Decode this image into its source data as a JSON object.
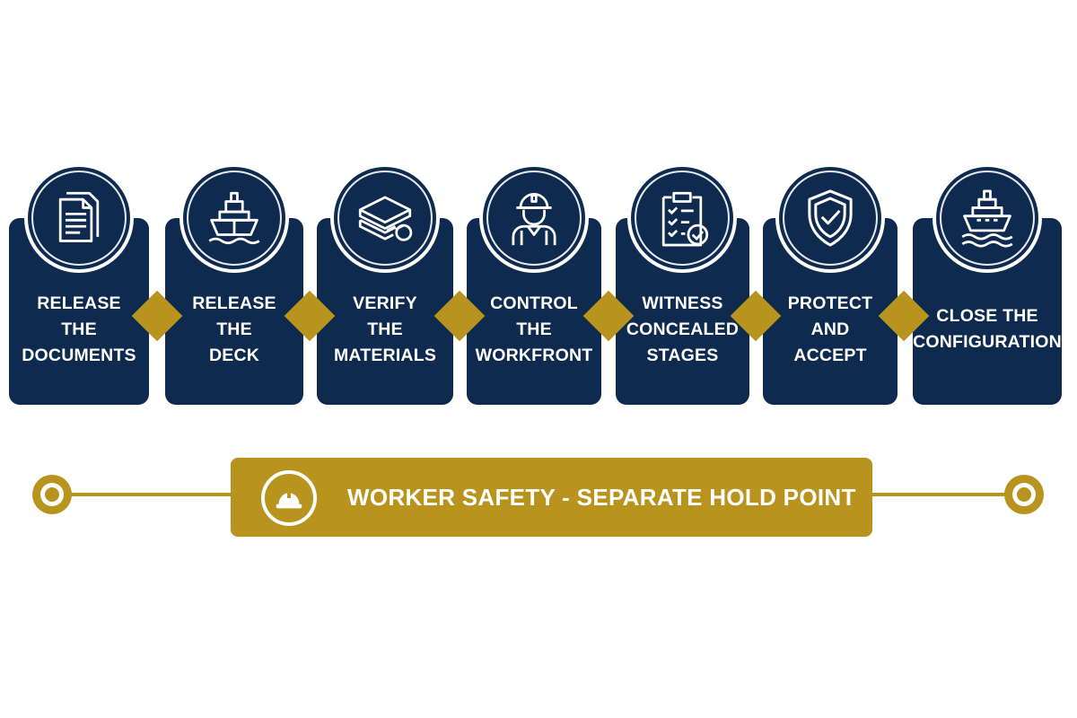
{
  "steps": [
    {
      "lines": [
        "RELEASE",
        "THE",
        "DOCUMENTS"
      ],
      "icon": "documents-icon"
    },
    {
      "lines": [
        "RELEASE",
        "THE",
        "DECK"
      ],
      "icon": "ship-icon"
    },
    {
      "lines": [
        "VERIFY",
        "THE",
        "MATERIALS"
      ],
      "icon": "steel-beams-icon"
    },
    {
      "lines": [
        "CONTROL",
        "THE",
        "WORKFRONT"
      ],
      "icon": "worker-icon"
    },
    {
      "lines": [
        "WITNESS",
        "CONCEALED",
        "STAGES"
      ],
      "icon": "checklist-icon"
    },
    {
      "lines": [
        "PROTECT",
        "AND",
        "ACCEPT"
      ],
      "icon": "shield-check-icon"
    },
    {
      "lines": [
        "CLOSE THE",
        "CONFIGURATION"
      ],
      "icon": "ship-on-water-icon"
    }
  ],
  "hold_point": {
    "label": "WORKER SAFETY - SEPARATE HOLD POINT",
    "icon": "hard-hat-icon"
  },
  "colors": {
    "navy": "#0e2a4f",
    "gold": "#b8941e",
    "white": "#ffffff"
  }
}
